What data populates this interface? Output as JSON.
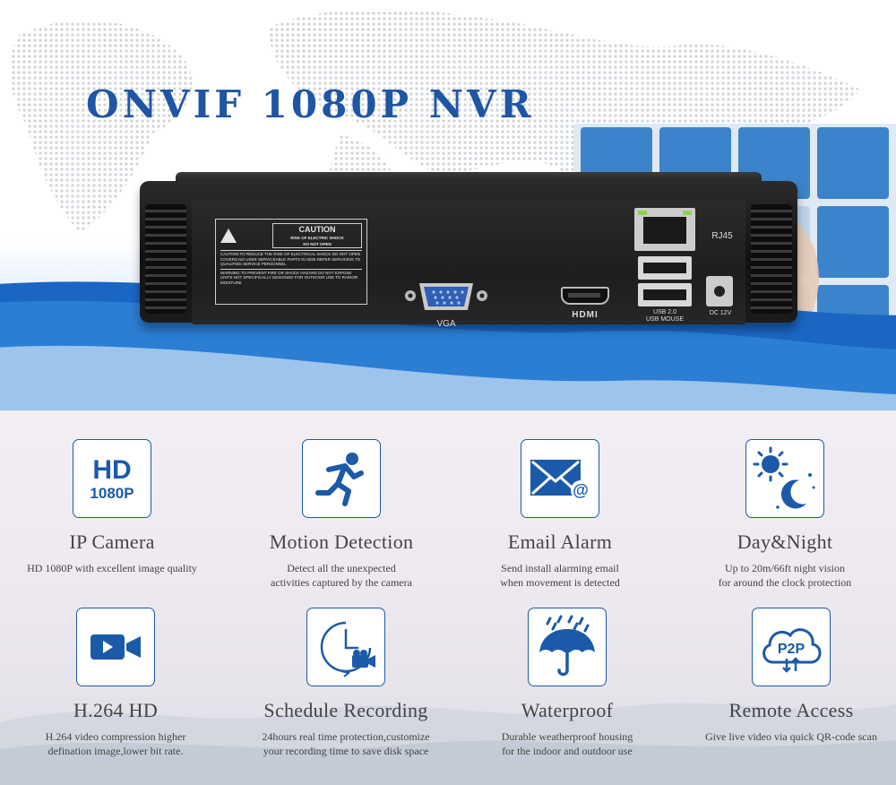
{
  "hero": {
    "title": "ONVIF 1080P NVR",
    "caution": {
      "label": "CAUTION",
      "sub1": "RISK OF ELECTRIC SHOCK",
      "sub2": "DO NOT OPEN",
      "line1": "CAUTION:TO REDUCE THE RISK OF ELECTRICAL SHOCK DO NOT OPEN COVERS.NO USER SERVICEABLE PARTS IN SIDE.REFER SERVICING TO QUALIFIED SERVICE PERSONNEL",
      "line2": "WARNING:TO PREVENT FIRE OR SHOCK HAZARD DO NOT EXPOSE UNITS NOT SPECIFICALLY DESIGNED FOR OUTDOOR USE TO RAINOR MOISTURE"
    },
    "ports": {
      "vga": "VGA",
      "hdmi": "HDMI",
      "rj45": "RJ45",
      "usb": "USB 2.0",
      "usb_sub": "USB MOUSE",
      "dc": "DC 12V"
    }
  },
  "features": [
    {
      "icon": "hd-1080p-icon",
      "icon_text1": "HD",
      "icon_text2": "1080P",
      "title": "IP Camera",
      "desc": [
        "HD 1080P with excellent image quality"
      ]
    },
    {
      "icon": "running-man-icon",
      "title": "Motion Detection",
      "desc": [
        "Detect all the unexpected",
        "activities captured by the camera"
      ]
    },
    {
      "icon": "envelope-at-icon",
      "title": "Email Alarm",
      "desc": [
        "Send install alarming email",
        "when movement is detected"
      ]
    },
    {
      "icon": "sun-moon-icon",
      "title": "Day&Night",
      "desc": [
        "Up to 20m/66ft night vision",
        "for around the clock protection"
      ]
    },
    {
      "icon": "video-camera-icon",
      "title": "H.264 HD",
      "desc": [
        "H.264 video compression higher",
        "defination image,lower bit rate."
      ]
    },
    {
      "icon": "clock-camera-icon",
      "title": "Schedule Recording",
      "desc": [
        "24hours real time protection,customize",
        "your recording time to save disk space"
      ]
    },
    {
      "icon": "umbrella-rain-icon",
      "title": "Waterproof",
      "desc": [
        "Durable weatherproof housing",
        "for the indoor and outdoor use"
      ]
    },
    {
      "icon": "p2p-cloud-icon",
      "icon_text1": "P2P",
      "title": "Remote Access",
      "desc": [
        "Give live video via quick QR-code scan"
      ]
    }
  ],
  "colors": {
    "brand_blue": "#1e55a5",
    "icon_blue": "#1b5aa8",
    "text": "#444444"
  }
}
